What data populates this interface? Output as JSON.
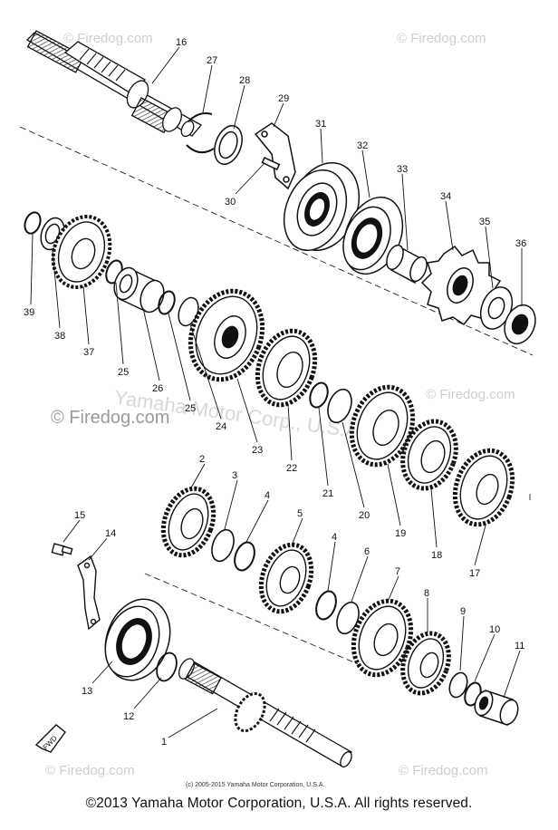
{
  "watermarks": {
    "site": "© Firedog.com",
    "center": "© Firedog.com",
    "faint": "Yamaha Motor Corp., U.S.A."
  },
  "small_copyright": "(c) 2005-2015 Yamaha Motor Corporation, U.S.A.",
  "footer": "©2013 Yamaha Motor Corporation, U.S.A. All rights reserved.",
  "fwd_label": "FWD",
  "callouts": [
    "16",
    "27",
    "28",
    "29",
    "30",
    "31",
    "32",
    "33",
    "34",
    "35",
    "36",
    "39",
    "38",
    "37",
    "25",
    "26",
    "25",
    "24",
    "23",
    "22",
    "21",
    "20",
    "19",
    "18",
    "17",
    "2",
    "3",
    "4",
    "5",
    "4",
    "6",
    "7",
    "8",
    "9",
    "10",
    "11",
    "15",
    "14",
    "13",
    "12",
    "1"
  ]
}
